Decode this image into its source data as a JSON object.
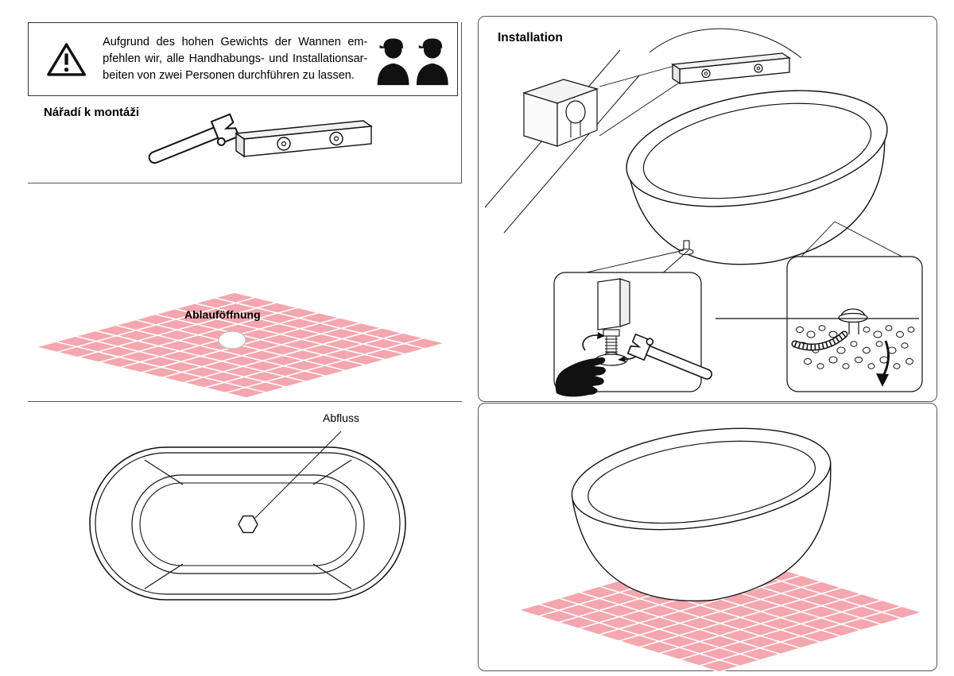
{
  "document": {
    "warning": {
      "lines": [
        "Aufgrund des hohen Gewichts der Wannen em-",
        "pfehlen wir, alle Handhabungs- und Installationsar-",
        "beiten von zwei Personen durchführen zu lassen."
      ]
    },
    "tools_section": {
      "title": "Nářadí k montáži"
    },
    "floor_section": {
      "drain_opening_label": "Ablauföffnung"
    },
    "top_view_section": {
      "drain_label": "Abfluss"
    },
    "installation_section": {
      "title": "Installation"
    },
    "colors": {
      "tile_pink": "#f5a6ae",
      "line_black": "#111111"
    },
    "icons": {
      "warning": "warning-triangle-icon",
      "installers": "two-installers-icon",
      "wrench": "adjustable-wrench-icon",
      "level": "spirit-level-icon",
      "rotation": "rotation-arrows-icon",
      "hand": "hand-icon",
      "down_arrow": "down-arrow-icon"
    }
  }
}
